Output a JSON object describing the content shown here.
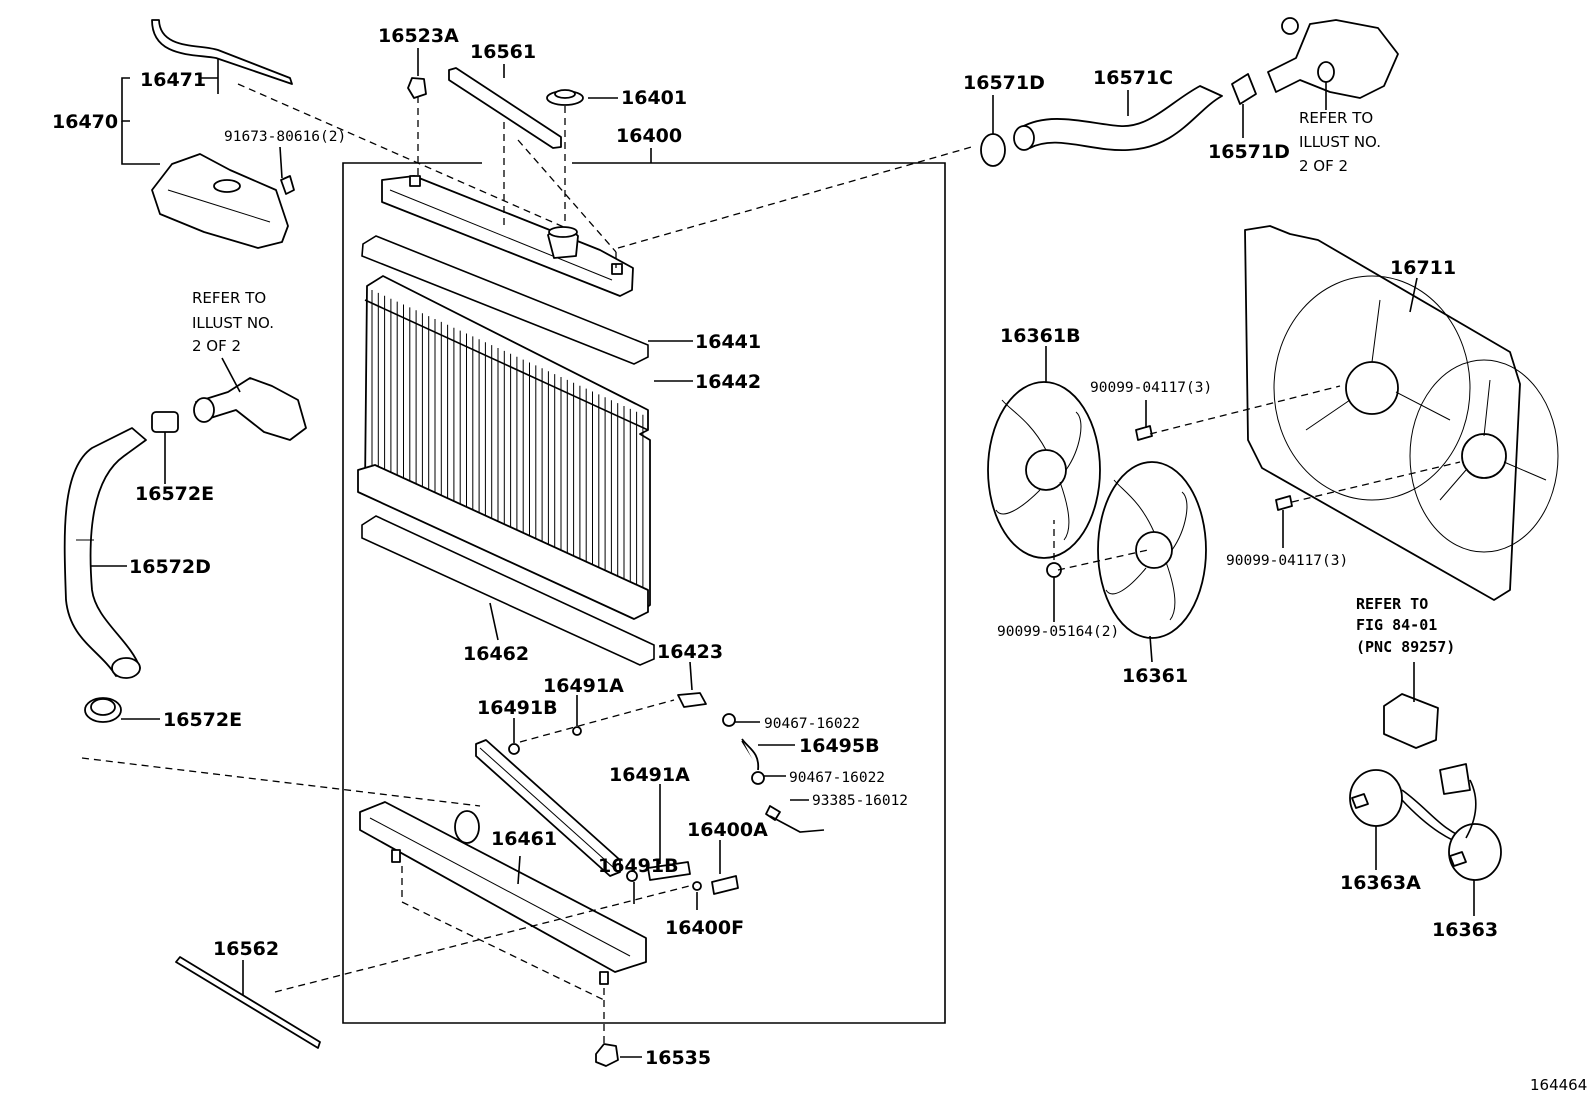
{
  "labels": {
    "p16470": "16470",
    "p16471": "16471",
    "p91673": "91673-80616(2)",
    "p16523A": "16523A",
    "p16561": "16561",
    "p16401": "16401",
    "p16400": "16400",
    "p16441": "16441",
    "p16442": "16442",
    "p16462": "16462",
    "p16423": "16423",
    "p16491A_1": "16491A",
    "p16491B_1": "16491B",
    "p90467_1": "90467-16022",
    "p16495B": "16495B",
    "p90467_2": "90467-16022",
    "p93385": "93385-16012",
    "p16491A_2": "16491A",
    "p16491B_2": "16491B",
    "p16400A": "16400A",
    "p16400F": "16400F",
    "p16461": "16461",
    "p16562": "16562",
    "p16535": "16535",
    "p16572E_1": "16572E",
    "p16572D": "16572D",
    "p16572E_2": "16572E",
    "p16571D_1": "16571D",
    "p16571C": "16571C",
    "p16571D_2": "16571D",
    "p16711": "16711",
    "p16361B": "16361B",
    "p90099_04117_1": "90099-04117(3)",
    "p90099_04117_2": "90099-04117(3)",
    "p90099_05164": "90099-05164(2)",
    "p16361": "16361",
    "p16363A": "16363A",
    "p16363": "16363"
  },
  "refer_left": [
    "REFER TO",
    "ILLUST NO.",
    "2 OF 2"
  ],
  "refer_right": [
    "REFER TO",
    "ILLUST NO.",
    "2 OF 2"
  ],
  "refer_fig": [
    "REFER TO",
    "FIG 84-01",
    "(PNC 89257)"
  ],
  "illustration_id": "164464",
  "icons": [
    "reservoir-tank",
    "radiator-core",
    "radiator-cap",
    "fan-blade",
    "fan-shroud",
    "fan-motor",
    "hose",
    "drain-cock"
  ]
}
